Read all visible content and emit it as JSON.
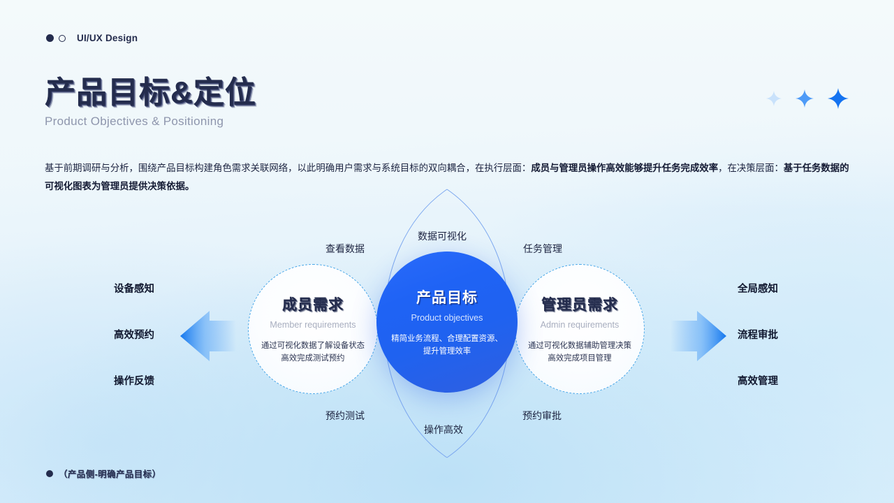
{
  "header": {
    "eyebrow_label": "UI/UX Design",
    "dot_filled_icon": "filled-circle-icon",
    "dot_open_icon": "outline-circle-icon"
  },
  "title": {
    "zh": "产品目标&定位",
    "en": "Product Objectives & Positioning"
  },
  "sparkles": [
    {
      "name": "sparkle-icon-light",
      "color": "#c9e2fb"
    },
    {
      "name": "sparkle-icon-mid",
      "color": "#4e9bf7"
    },
    {
      "name": "sparkle-icon-strong",
      "color": "#1473f0"
    }
  ],
  "intro": {
    "part1": "基于前期调研与分析，围绕产品目标构建角色需求关联网络，以此明确用户需求与系统目标的双向耦合，在执行层面：",
    "bold1": "成员与管理员操作高效能够提升任务完成效率",
    "part2": "，在决策层面：",
    "bold2": "基于任务数据的可视化图表为管理员提供决策依据。"
  },
  "diagram": {
    "center": {
      "title_zh": "产品目标",
      "title_en": "Product objectives",
      "desc": "精简业务流程、合理配置资源、提升管理效率"
    },
    "left_circle": {
      "title_zh": "成员需求",
      "title_en": "Member requirements",
      "desc": "通过可视化数据了解设备状态高效完成测试预约"
    },
    "right_circle": {
      "title_zh": "管理员需求",
      "title_en": "Admin requirements",
      "desc": "通过可视化数据辅助管理决策高效完成项目管理"
    },
    "ring_labels": {
      "top_left": "查看数据",
      "top_center": "数据可视化",
      "top_right": "任务管理",
      "bottom_left": "预约测试",
      "bottom_center": "操作高效",
      "bottom_right": "预约审批"
    },
    "left_side_labels": [
      "设备感知",
      "高效预约",
      "操作反馈"
    ],
    "right_side_labels": [
      "全局感知",
      "流程审批",
      "高效管理"
    ],
    "arrow_left_icon": "arrow-left-icon",
    "arrow_right_icon": "arrow-right-icon"
  },
  "footer": {
    "dot_icon": "filled-circle-icon",
    "text": "（产品侧-明确产品目标）"
  },
  "colors": {
    "accent_blue": "#1f63f5",
    "navy": "#242c4d",
    "muted": "#8e96ad",
    "dashed_circle": "#49a7e8"
  }
}
